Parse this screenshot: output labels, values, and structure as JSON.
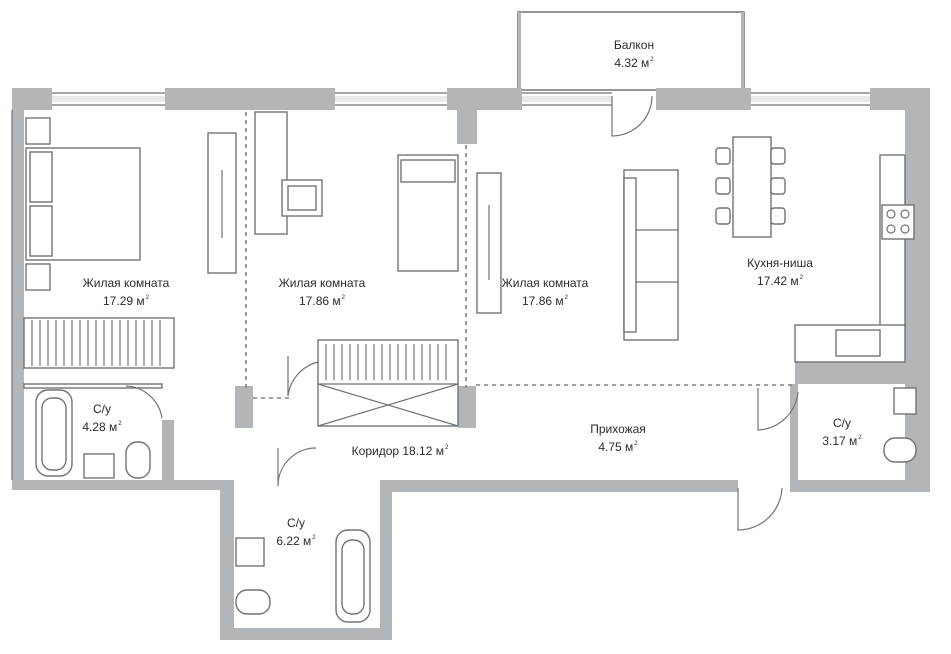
{
  "rooms": [
    {
      "id": "balcony",
      "name": "Балкон",
      "area": "4.32"
    },
    {
      "id": "living1",
      "name": "Жилая комната",
      "area": "17.29"
    },
    {
      "id": "living2",
      "name": "Жилая комната",
      "area": "17.86"
    },
    {
      "id": "living3",
      "name": "Жилая комната",
      "area": "17.86"
    },
    {
      "id": "kitchen",
      "name": "Кухня-ниша",
      "area": "17.42"
    },
    {
      "id": "bath1",
      "name": "С/у",
      "area": "4.28"
    },
    {
      "id": "corridor",
      "name": "Коридор 18.12",
      "area": ""
    },
    {
      "id": "hall",
      "name": "Прихожая",
      "area": "4.75"
    },
    {
      "id": "bath3",
      "name": "С/у",
      "area": "3.17"
    },
    {
      "id": "bath2",
      "name": "С/у",
      "area": "6.22"
    }
  ],
  "unit": "м",
  "unit_power": "2"
}
